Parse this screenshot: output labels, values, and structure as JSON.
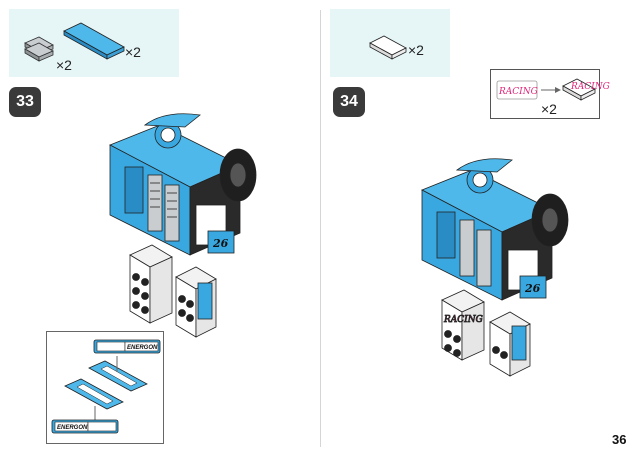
{
  "page": {
    "number": "36"
  },
  "steps": [
    {
      "number": "33",
      "parts": [
        {
          "name": "gray-tile-stack",
          "color": "#a8adb0",
          "quantity": "×2"
        },
        {
          "name": "blue-tile-1x4",
          "color": "#3aa8e0",
          "quantity": "×2"
        }
      ],
      "robot": {
        "torso_number": "26"
      },
      "callout": {
        "label_top": "ENERGON",
        "label_bottom": "ENERGON"
      }
    },
    {
      "number": "34",
      "parts": [
        {
          "name": "white-tile-1x2",
          "color": "#ffffff",
          "quantity": "×2"
        }
      ],
      "robot": {
        "torso_number": "26",
        "sticker": "RACING"
      },
      "callout": {
        "sticker_text": "RACING",
        "tile_text": "RACING",
        "quantity": "×2"
      }
    }
  ],
  "colors": {
    "accent_blue": "#3aa8e0",
    "dark": "#3a3a3a",
    "parts_bg": "#e6f6f7",
    "racing_pink": "#e0257a"
  }
}
